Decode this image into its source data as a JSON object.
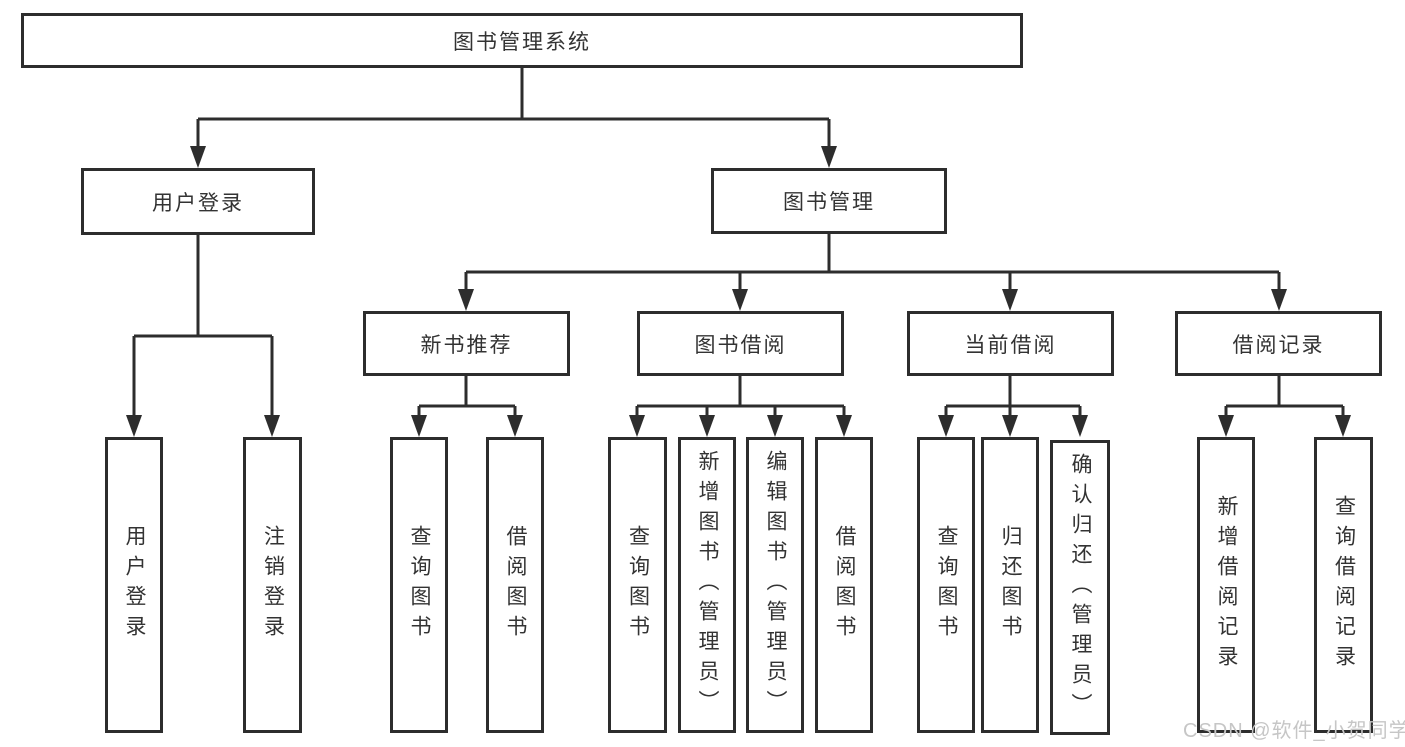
{
  "diagram_title": "图书管理系统",
  "colors": {
    "line": "#2d2d2d",
    "text": "#333333",
    "background": "#ffffff",
    "watermark_text": "#c6c6c6"
  },
  "nodes": {
    "root": "图书管理系统",
    "level2": {
      "user_login": "用户登录",
      "book_management": "图书管理"
    },
    "level3": {
      "new_book_recommend": "新书推荐",
      "book_borrow": "图书借阅",
      "current_borrow": "当前借阅",
      "borrow_records": "借阅记录"
    },
    "leaves": {
      "user_login": "用户登录",
      "logout": "注销登录",
      "recommend_query_books": "查询图书",
      "recommend_borrow_books": "借阅图书",
      "borrow_query_books": "查询图书",
      "borrow_add_books": "新增图书（管理员）",
      "borrow_edit_books": "编辑图书（管理员）",
      "borrow_borrow_books": "借阅图书",
      "current_query_books": "查询图书",
      "current_return_books": "归还图书",
      "current_confirm_return": "确认归还（管理员）",
      "records_add_record": "新增借阅记录",
      "records_query_record": "查询借阅记录"
    }
  },
  "watermark": {
    "text": "CSDN @软件_小贺同学"
  }
}
